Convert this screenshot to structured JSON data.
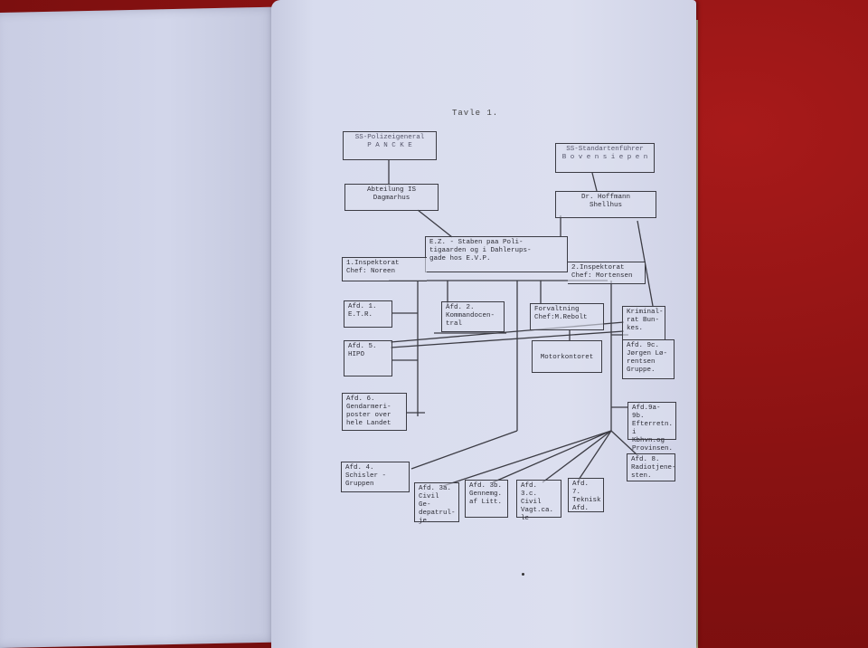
{
  "photo": {
    "title": "Tavle 1.",
    "boxes": {
      "ss_polizeigeneral": "SS-Polizeigeneral\nP A N C K E",
      "ss_standartenfuhrer": "SS-Standartenführer\nB o v e n s i e p e n",
      "abteilung": "Abteilung IS\nDagmarhus",
      "hoffmann": "Dr. Hoffmann\nShellhus",
      "stab": "E.Z. - Staben paa Poli-\ntigaarden og i Dahlerups-\ngade hos E.V.P.",
      "insp1": "1.Inspektorat\nChef: Noreen",
      "insp2": "2.Inspektorat\nChef: Mortensen",
      "afd1": "Afd. 1.\nE.T.R.",
      "afd2": "Afd. 2.\nKommandocen-\ntral",
      "forvaltning": "Forvaltning\nChef:M.Rebolt",
      "kriminal": "Kriminal-\nrat Bun-\nkes.",
      "afd5": "Afd. 5.\nHIPO",
      "motorkontoret": "Motorkontoret",
      "afd9c": "Afd. 9c.\nJørgen Lø-\nrentsen\nGruppe.",
      "afd6": "Afd. 6.\nGendarmeri-\nposter over\nhele Landet",
      "afd9a": "Afd.9a-9b.\nEfterretn.\ni Kbhvn.og\nProvinsen.",
      "afd8": "Afd. 8.\nRadiotjene-\nsten.",
      "afd4": "Afd. 4.\nSchisler -\nGruppen",
      "afd3a": "Afd. 3a.\nCivil Ge-\ndepatrul-\nje.",
      "afd3b": "Afd. 3b.\nGennemg.\naf Litt.",
      "afd3c": "Afd. 3.c.\nCivil\nVagt.ca.\nle",
      "afd7": "Afd. 7.\nTeknisk\nAfd."
    }
  }
}
